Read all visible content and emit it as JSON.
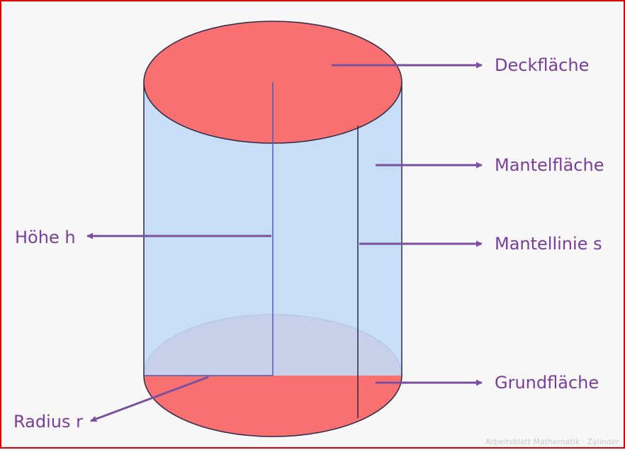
{
  "labels": {
    "deckflaeche": "Deckfläche",
    "mantelflaeche": "Mantelfläche",
    "mantellinie": "Mantellinie s",
    "hoehe": "Höhe h",
    "grundflaeche": "Grundfläche",
    "radius": "Radius r"
  },
  "watermark": "Arbeitsblatt Mathematik · Zylinder",
  "colors": {
    "border": "#e00000",
    "background": "#f7f7f8",
    "face_fill": "#f87070",
    "face_stroke": "#2a2a4a",
    "mantle_fill": "#c2d9f5",
    "inner_line": "#4a5cb0",
    "arrow": "#7a4fa0",
    "label_text": "#7a3d9a"
  }
}
